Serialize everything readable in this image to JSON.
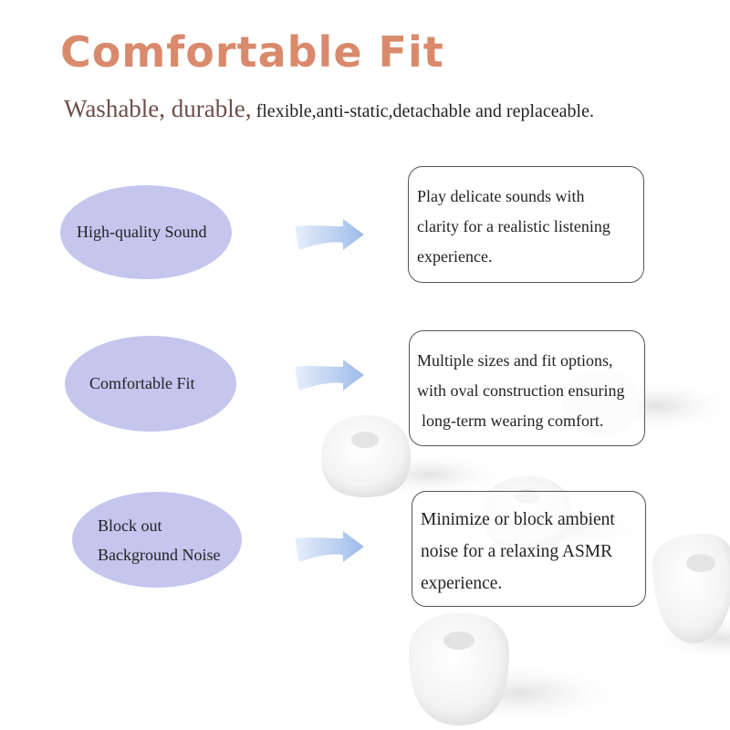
{
  "title": "Comfortable Fit",
  "subtitle": {
    "part1": "Washable, durable,",
    "part2": "flexible,anti-static,detachable and replaceable."
  },
  "features": [
    {
      "label_lines": [
        "High-quality Sound"
      ],
      "description_lines": [
        "Play delicate sounds with",
        "clarity for a realistic listening",
        "experience."
      ]
    },
    {
      "label_lines": [
        "Comfortable Fit"
      ],
      "description_lines": [
        "Multiple sizes and fit options,",
        "with oval construction ensuring",
        "long-term wearing comfort."
      ]
    },
    {
      "label_lines": [
        "Block out",
        "Background Noise"
      ],
      "description_lines": [
        "Minimize or block ambient",
        "noise for a relaxing ASMR",
        "experience."
      ]
    }
  ],
  "colors": {
    "title": "#d98a6c",
    "oval": "#c4c6ee",
    "arrow": "#a9c4ec"
  }
}
